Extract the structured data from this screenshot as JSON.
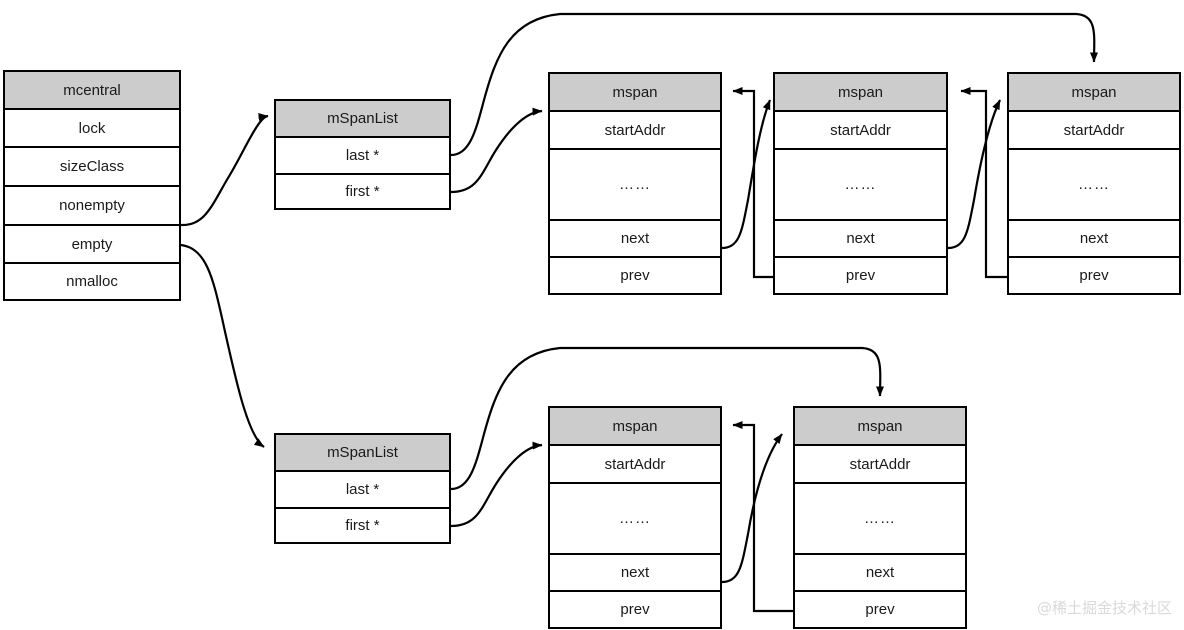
{
  "diagram": {
    "title": "mcentral mSpanList mspan linked-list structure",
    "colors": {
      "header_fill": "#cccccc",
      "body_fill": "#ffffff",
      "stroke": "#000000",
      "watermark": "#d9d9d9"
    },
    "watermark": "@稀土掘金技术社区",
    "mcentral": {
      "header": "mcentral",
      "fields": [
        "lock",
        "sizeClass",
        "nonempty",
        "empty",
        "nmalloc"
      ]
    },
    "span_lists": [
      {
        "id": "nonempty-list",
        "header": "mSpanList",
        "fields": [
          "last *",
          "first *"
        ]
      },
      {
        "id": "empty-list",
        "header": "mSpanList",
        "fields": [
          "last *",
          "first *"
        ]
      }
    ],
    "mspans_top": [
      {
        "header": "mspan",
        "fields": [
          "startAddr",
          "……",
          "next",
          "prev"
        ]
      },
      {
        "header": "mspan",
        "fields": [
          "startAddr",
          "……",
          "next",
          "prev"
        ]
      },
      {
        "header": "mspan",
        "fields": [
          "startAddr",
          "……",
          "next",
          "prev"
        ]
      }
    ],
    "mspans_bottom": [
      {
        "header": "mspan",
        "fields": [
          "startAddr",
          "……",
          "next",
          "prev"
        ]
      },
      {
        "header": "mspan",
        "fields": [
          "startAddr",
          "……",
          "next",
          "prev"
        ]
      }
    ],
    "edge_labels": {
      "nonempty_to_list": "nonempty -> mSpanList",
      "empty_to_list": "empty -> mSpanList",
      "first_to_head": "first * -> first mspan",
      "last_to_tail": "last * -> last mspan",
      "next_link": "next -> following mspan",
      "prev_link": "prev -> preceding mspan"
    }
  }
}
